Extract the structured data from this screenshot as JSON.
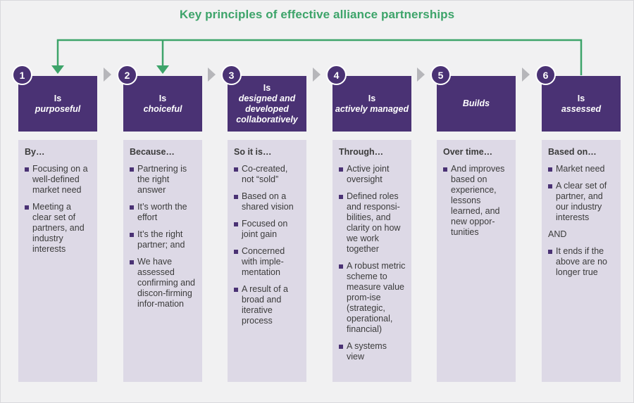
{
  "title": "Key principles of effective alliance partnerships",
  "colors": {
    "purple": "#4a3274",
    "panel": "#ddd9e6",
    "green": "#3da46a",
    "chevron": "#b6b6ba"
  },
  "principles": [
    {
      "number": "1",
      "header": {
        "pre": "Is",
        "em": "purposeful",
        "post": ""
      },
      "intro": "By…",
      "items": [
        {
          "kind": "bullet",
          "text": "Focusing on a well-defined market need"
        },
        {
          "kind": "bullet",
          "text": "Meeting a clear set of partners, and industry interests"
        }
      ]
    },
    {
      "number": "2",
      "header": {
        "pre": "Is",
        "em": "choiceful",
        "post": ""
      },
      "intro": "Because…",
      "items": [
        {
          "kind": "bullet",
          "text": "Partnering is the right answer"
        },
        {
          "kind": "bullet",
          "text": "It’s worth the effort"
        },
        {
          "kind": "bullet",
          "text": "It’s the right partner; and"
        },
        {
          "kind": "bullet",
          "text": "We have assessed confirming and discon-firming infor-mation"
        }
      ]
    },
    {
      "number": "3",
      "header": {
        "pre": "Is",
        "em": "designed and developed collaboratively",
        "post": ""
      },
      "intro": "So it is…",
      "items": [
        {
          "kind": "bullet",
          "text": "Co-created, not “sold”"
        },
        {
          "kind": "bullet",
          "text": "Based on a shared vision"
        },
        {
          "kind": "bullet",
          "text": "Focused on joint gain"
        },
        {
          "kind": "bullet",
          "text": "Concerned with imple-mentation"
        },
        {
          "kind": "bullet",
          "text": "A result of a broad and iterative process"
        }
      ]
    },
    {
      "number": "4",
      "header": {
        "pre": "Is",
        "em": "actively managed",
        "post": ""
      },
      "intro": "Through…",
      "items": [
        {
          "kind": "bullet",
          "text": "Active joint oversight"
        },
        {
          "kind": "bullet",
          "text": "Defined roles and responsi-bilities, and clarity on how we work together"
        },
        {
          "kind": "bullet",
          "text": "A robust metric scheme to measure value prom-ise (strategic, operational, financial)"
        },
        {
          "kind": "bullet",
          "text": "A systems view"
        }
      ]
    },
    {
      "number": "5",
      "header": {
        "pre": "",
        "em": "Builds",
        "post": ""
      },
      "intro": "Over time…",
      "items": [
        {
          "kind": "bullet",
          "text": "And improves based on experience, lessons learned, and new oppor-tunities"
        }
      ]
    },
    {
      "number": "6",
      "header": {
        "pre": "Is",
        "em": "assessed",
        "post": ""
      },
      "intro": "Based on…",
      "items": [
        {
          "kind": "bullet",
          "text": "Market need"
        },
        {
          "kind": "bullet",
          "text": "A clear set of partner, and our industry interests"
        },
        {
          "kind": "plain",
          "text": "AND"
        },
        {
          "kind": "bullet",
          "text": "It ends if the above are no longer true"
        }
      ]
    }
  ]
}
